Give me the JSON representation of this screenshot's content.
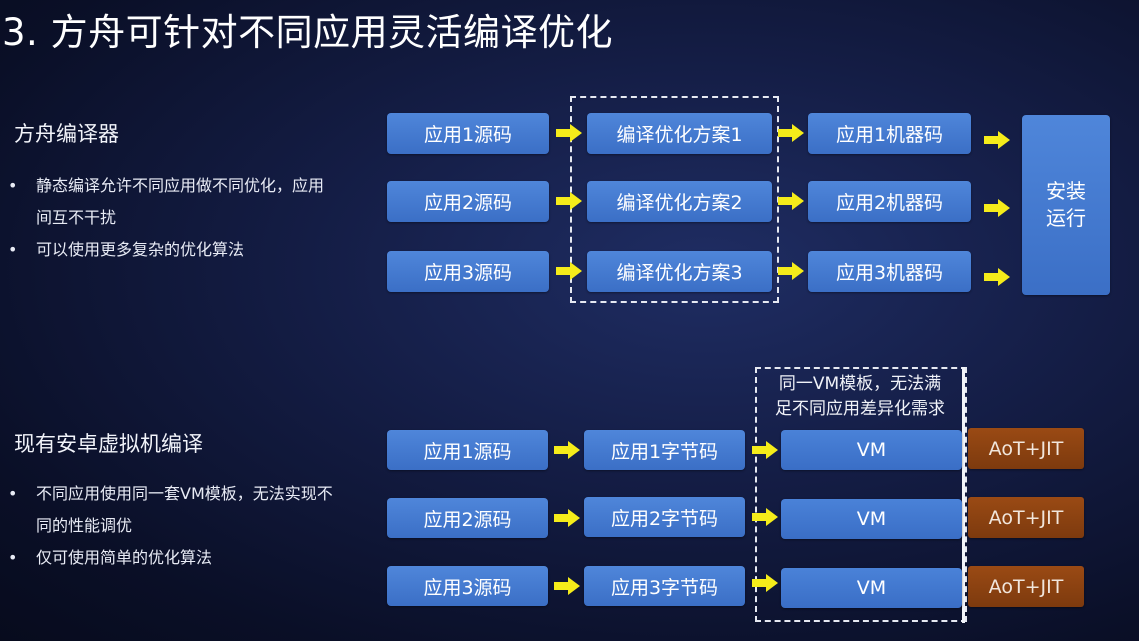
{
  "title": "3. 方舟可针对不同应用灵活编译优化",
  "top_section": {
    "heading": "方舟编译器",
    "bullets": [
      "静态编译允许不同应用做不同优化，应用间互不干扰",
      "可以使用更多复杂的优化算法"
    ],
    "rows": [
      {
        "source": "应用1源码",
        "plan": "编译优化方案1",
        "machine": "应用1机器码"
      },
      {
        "source": "应用2源码",
        "plan": "编译优化方案2",
        "machine": "应用2机器码"
      },
      {
        "source": "应用3源码",
        "plan": "编译优化方案3",
        "machine": "应用3机器码"
      }
    ],
    "run_line1": "安装",
    "run_line2": "运行"
  },
  "bottom_section": {
    "heading": "现有安卓虚拟机编译",
    "bullets": [
      "不同应用使用同一套VM模板，无法实现不同的性能调优",
      "仅可使用简单的优化算法"
    ],
    "note_line1": "同一VM模板，无法满",
    "note_line2": "足不同应用差异化需求",
    "rows": [
      {
        "source": "应用1源码",
        "bytecode": "应用1字节码",
        "vm": "VM",
        "jit": "AoT+JIT"
      },
      {
        "source": "应用2源码",
        "bytecode": "应用2字节码",
        "vm": "VM",
        "jit": "AoT+JIT"
      },
      {
        "source": "应用3源码",
        "bytecode": "应用3字节码",
        "vm": "VM",
        "jit": "AoT+JIT"
      }
    ]
  },
  "colors": {
    "box_blue": "#4a7fd6",
    "box_orange": "#8a4210",
    "arrow_yellow": "#f5ec1a",
    "background": "#101839"
  }
}
